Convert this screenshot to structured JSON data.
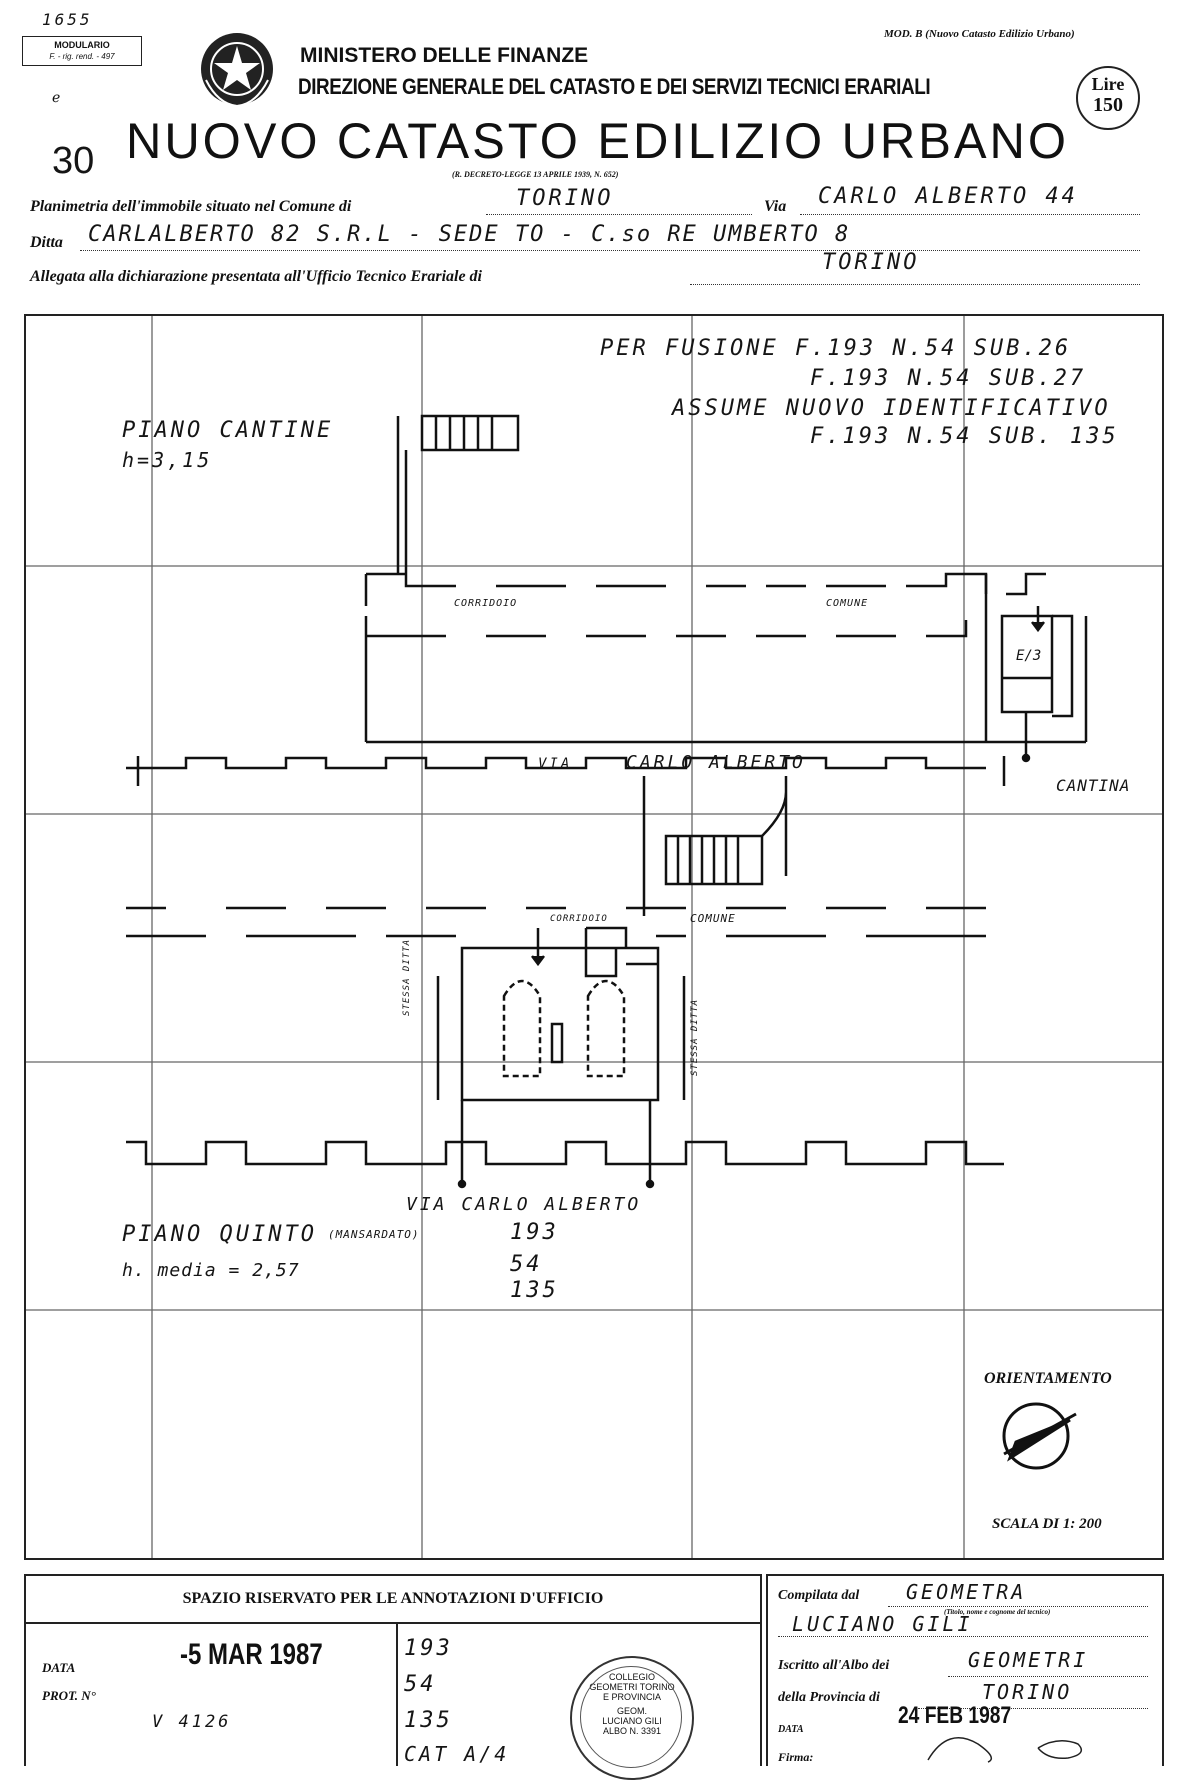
{
  "header": {
    "top_number": "1655",
    "modulario": "MODULARIO",
    "modulario_sub": "F. - rig. rend. - 497",
    "model": "MOD. B (Nuovo Catasto Edilizio Urbano)",
    "ministry": "MINISTERO DELLE FINANZE",
    "direction": "DIREZIONE GENERALE DEL CATASTO E DEI SERVIZI TECNICI ERARIALI",
    "price_label": "Lire",
    "price_value": "150",
    "sheet_number": "30",
    "title": "NUOVO CATASTO EDILIZIO URBANO",
    "decree": "(R. DECRETO-LEGGE 13 APRILE 1939, N. 652)"
  },
  "fields": {
    "comune_label": "Planimetria dell'immobile situato nel Comune di",
    "comune_value": "TORINO",
    "via_label": "Via",
    "via_value": "CARLO ALBERTO 44",
    "ditta_label": "Ditta",
    "ditta_value": "CARLALBERTO 82 S.R.L - SEDE TO - C.so RE UMBERTO 8",
    "allegata_label": "Allegata alla dichiarazione presentata all'Ufficio Tecnico Erariale di",
    "allegata_value": "TORINO"
  },
  "plan": {
    "note_line1": "PER FUSIONE  F.193 N.54 SUB.26",
    "note_line2": "F.193 N.54 SUB.27",
    "note_line3": "ASSUME NUOVO IDENTIFICATIVO",
    "note_line4": "F.193 N.54 SUB. 135",
    "piano_cantine": "PIANO CANTINE",
    "h_cantine": "h=3,15",
    "corridoio1": "CORRIDOIO",
    "comune1": "COMUNE",
    "via1": "VIA",
    "carlo_alberto1": "CARLO   ALBERTO",
    "cantina": "CANTINA",
    "e3": "E/3",
    "corridoio2": "CORRIDOIO",
    "comune2": "COMUNE",
    "stessa_ditta": "STESSA DITTA",
    "via2": "VIA CARLO ALBERTO",
    "piano_quinto": "PIANO QUINTO",
    "mansardato": "(MANSARDATO)",
    "h_quinto": "h. media = 2,57",
    "id_193": "193",
    "id_54": "54",
    "id_135": "135",
    "orientamento": "ORIENTAMENTO",
    "scala": "SCALA DI 1: 200"
  },
  "office": {
    "title": "SPAZIO RISERVATO PER LE ANNOTAZIONI D'UFFICIO",
    "data_label": "DATA",
    "data_value": "-5 MAR 1987",
    "prot_label": "PROT. N°",
    "prot_value": "V 4126",
    "id_193": "193",
    "id_54": "54",
    "id_135": "135",
    "cat": "CAT A/4",
    "seal_text": "COLLEGIO GEOMETRI TORINO E PROVINCIA",
    "seal_inner": "GEOM. LUCIANO GILI ALBO N. 3391"
  },
  "compiler": {
    "compilata_label": "Compilata dal",
    "title_value": "GEOMETRA",
    "subcaption": "(Titolo, nome e cognome del tecnico)",
    "name_value": "LUCIANO GILI",
    "iscritto_label": "Iscritto all'Albo dei",
    "albo_value": "GEOMETRI",
    "provincia_label": "della Provincia di",
    "provincia_value": "TORINO",
    "data_label": "DATA",
    "data_value": "24 FEB 1987",
    "firma_label": "Firma:"
  }
}
